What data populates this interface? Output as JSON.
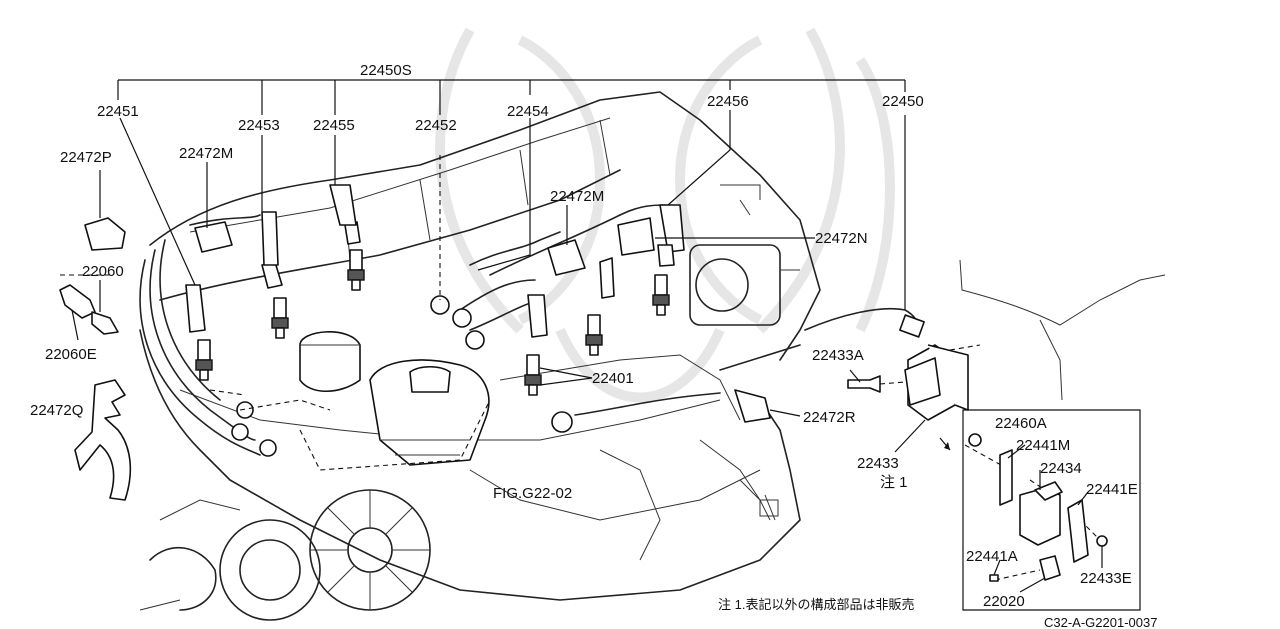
{
  "callouts": {
    "c22450S": "22450S",
    "c22451": "22451",
    "c22453": "22453",
    "c22455": "22455",
    "c22452": "22452",
    "c22454": "22454",
    "c22456": "22456",
    "c22450": "22450",
    "c22472P": "22472P",
    "c22472M_a": "22472M",
    "c22472M_b": "22472M",
    "c22472N": "22472N",
    "c22060": "22060",
    "c22060E": "22060E",
    "c22472Q": "22472Q",
    "c22433A": "22433A",
    "c22401": "22401",
    "c22472R": "22472R",
    "c22433": "22433",
    "note_mark": "注 1",
    "fig_ref": "FIG.G22-02",
    "c22460A": "22460A",
    "c22441M": "22441M",
    "c22434": "22434",
    "c22441E": "22441E",
    "c22441A": "22441A",
    "c22433E": "22433E",
    "c22020": "22020"
  },
  "footer": {
    "note": "注 1.表記以外の構成部品は非販売",
    "code": "C32-A-G2201-0037"
  }
}
